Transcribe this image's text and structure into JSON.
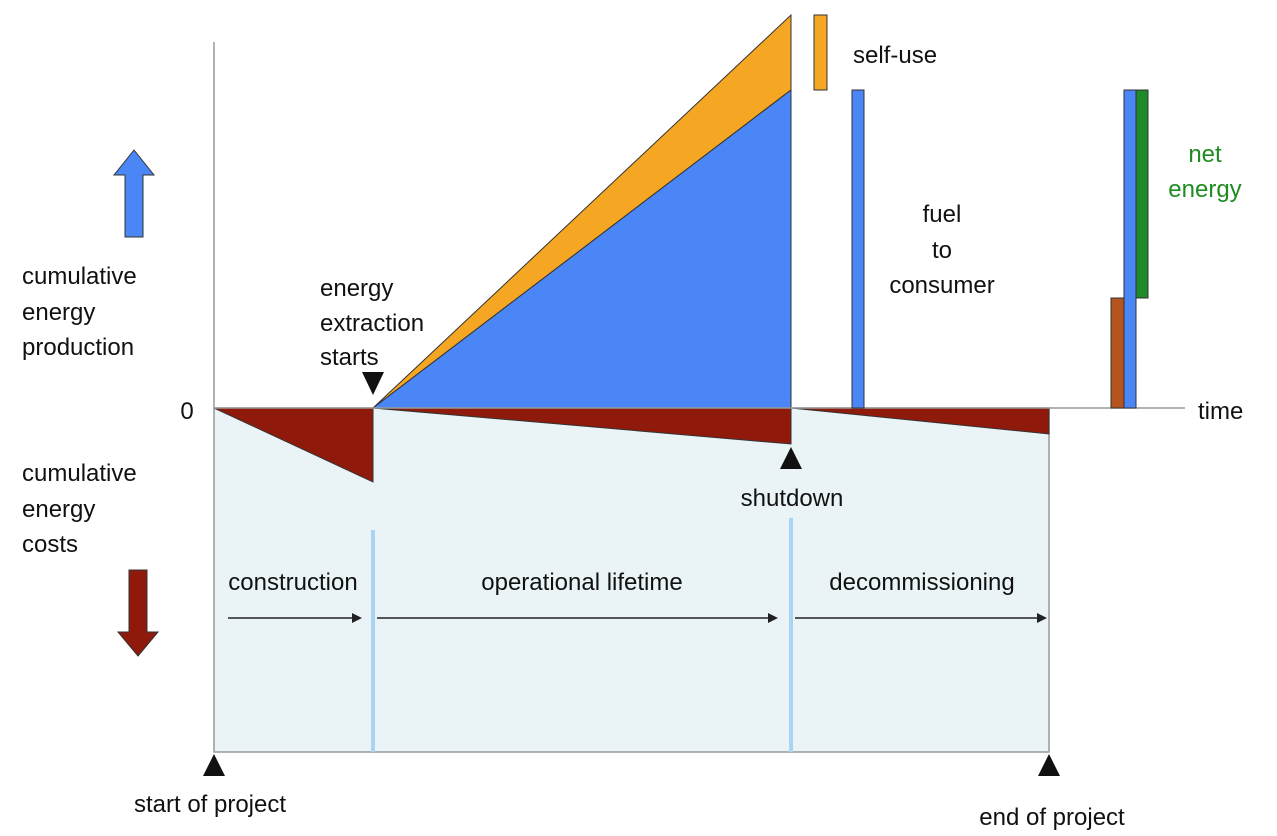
{
  "labels": {
    "axis_zero": "0",
    "time": "time",
    "production": [
      "cumulative",
      "energy",
      "production"
    ],
    "costs": [
      "cumulative",
      "energy",
      "costs"
    ],
    "extraction_starts": [
      "energy",
      "extraction",
      "starts"
    ],
    "self_use": "self-use",
    "fuel_to_consumer": [
      "fuel",
      "to",
      "consumer"
    ],
    "net_energy": [
      "net",
      "energy"
    ],
    "shutdown": "shutdown",
    "construction": "construction",
    "operational_lifetime": "operational lifetime",
    "decommissioning": "decommissioning",
    "start_of_project": "start of project",
    "end_of_project": "end of project"
  },
  "colors": {
    "production_blue": "#4a86f5",
    "self_use_orange": "#f5a623",
    "cost_red": "#8f1a0c",
    "net_green": "#1e8a2a",
    "net_label_green": "#1f8c22",
    "cost_orange_bar": "#b5541e",
    "phase_box_fill": "#eaf4f7",
    "phase_divider": "#a9d4f2"
  }
}
